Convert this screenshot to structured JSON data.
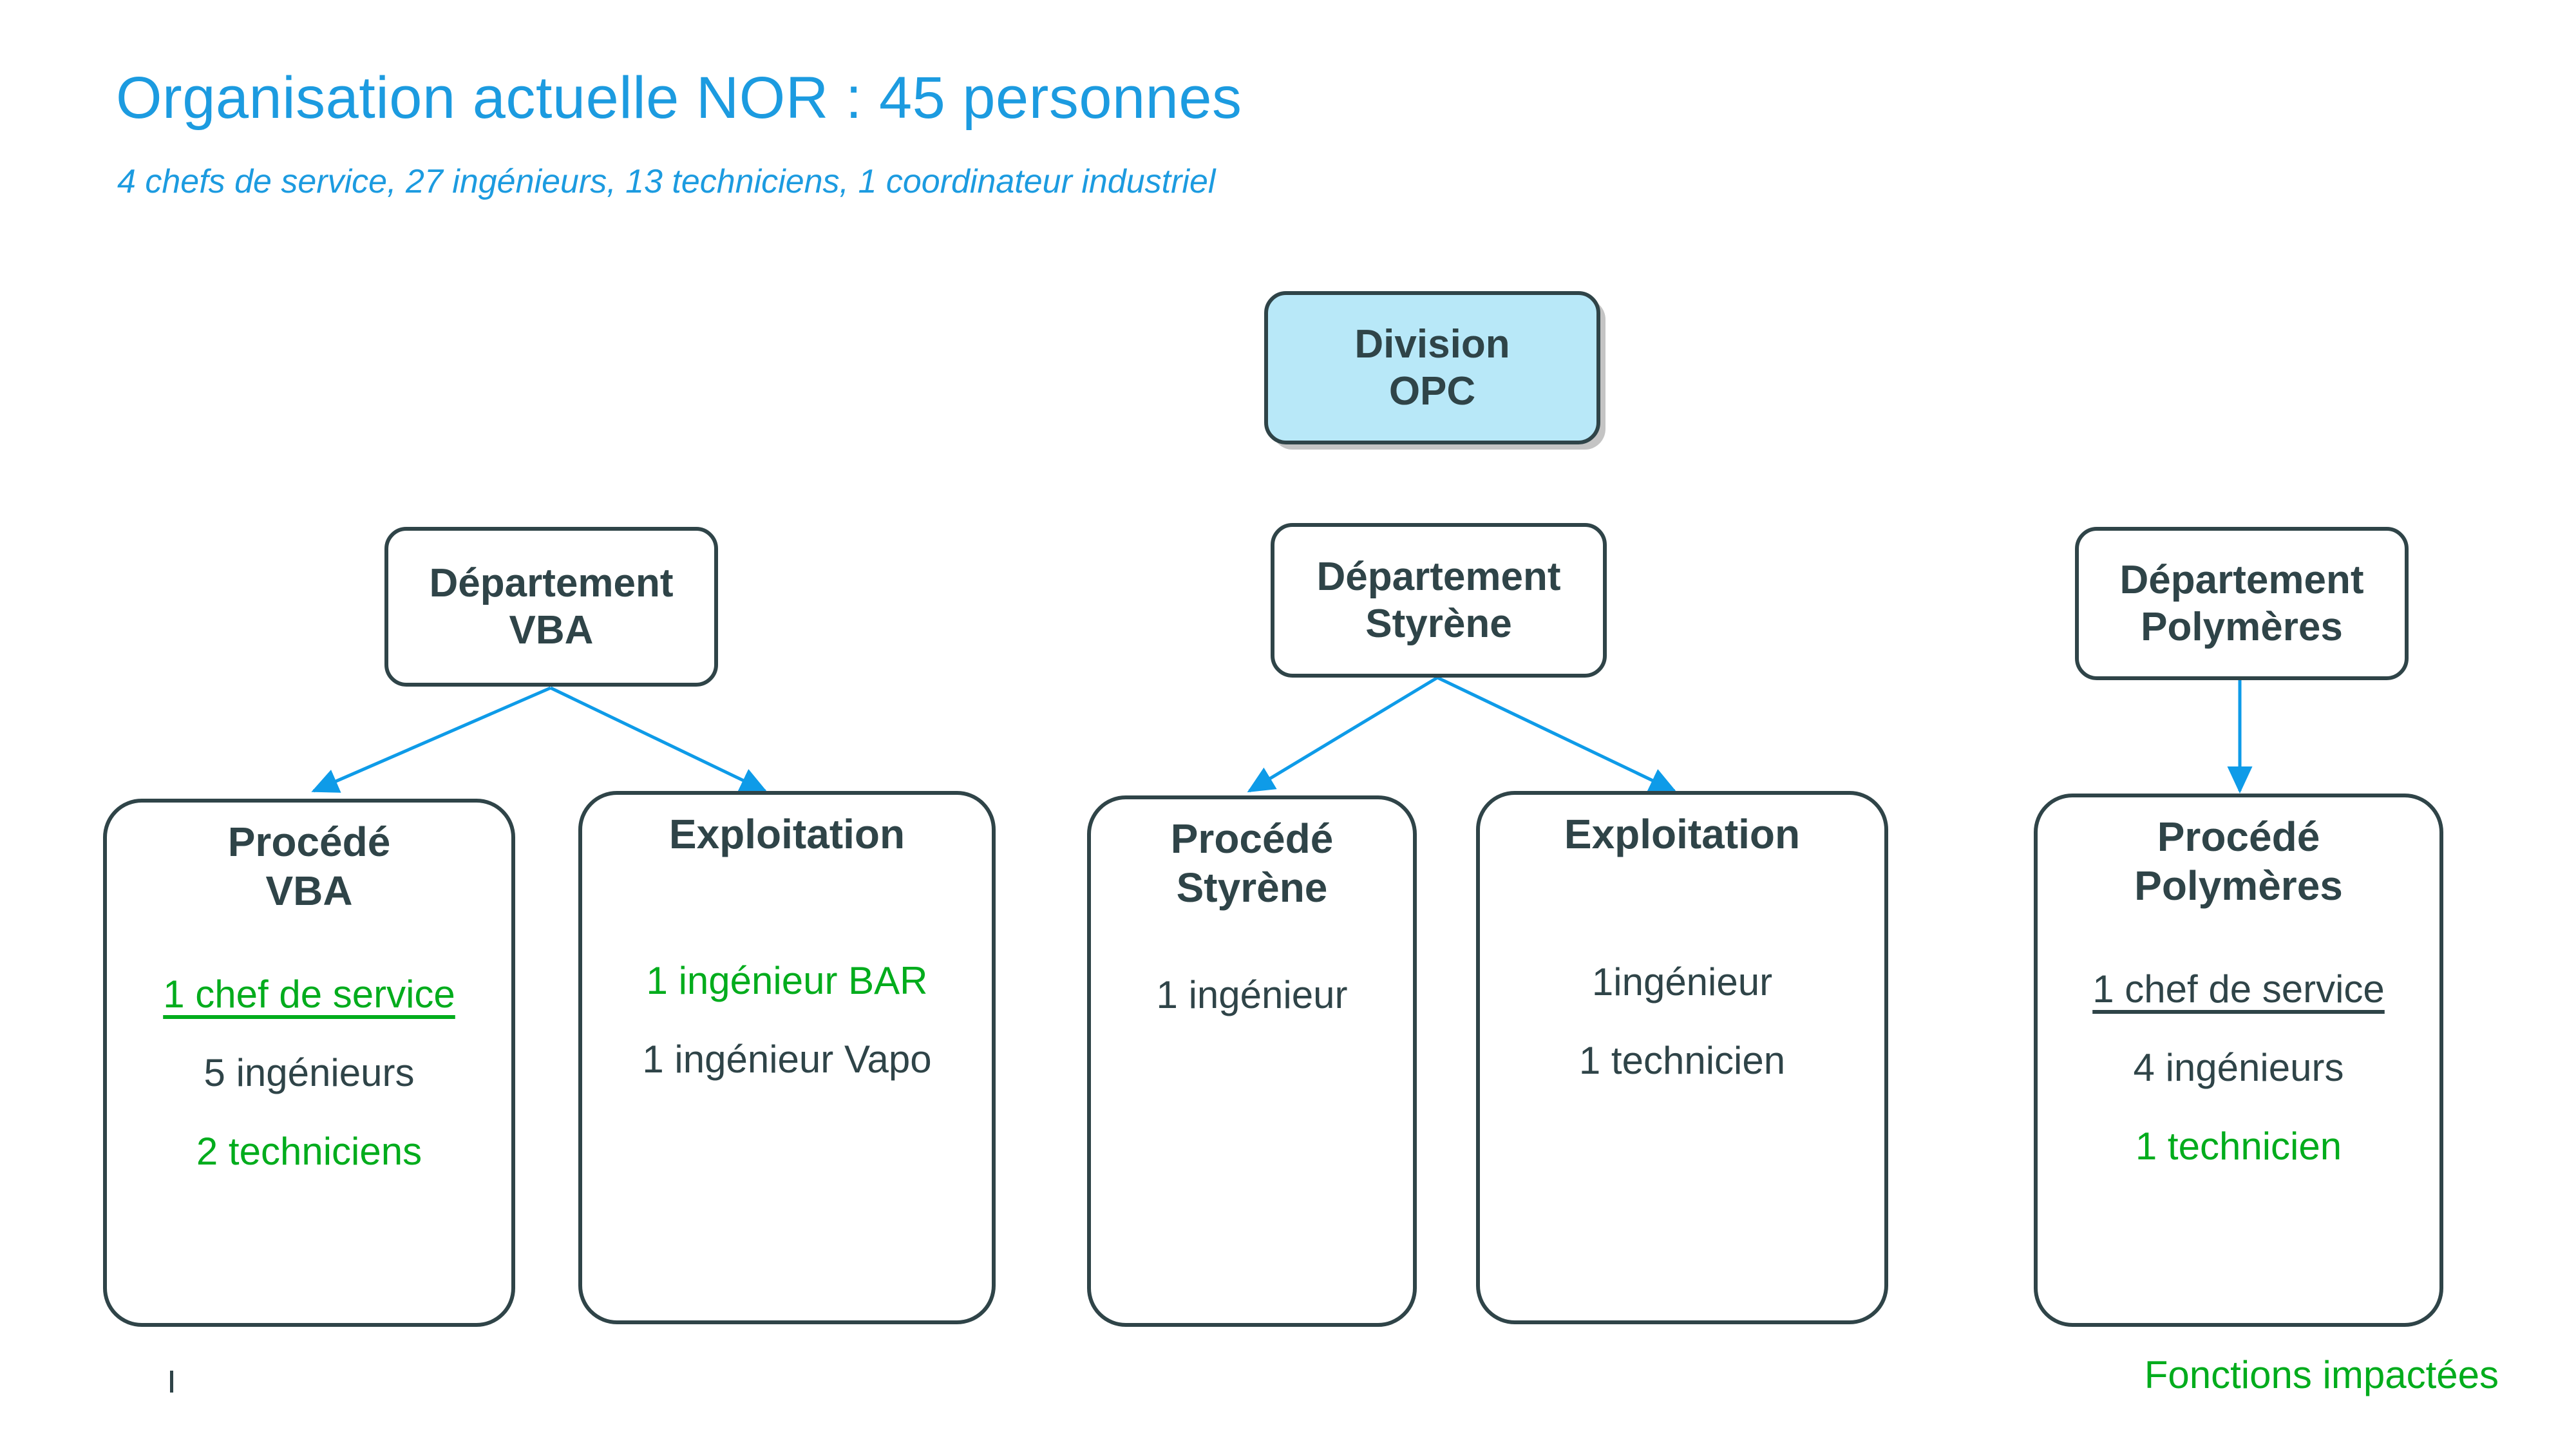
{
  "header": {
    "title": "Organisation actuelle NOR : 45 personnes",
    "subtitle": "4 chefs de service, 27 ingénieurs, 13 techniciens, 1 coordinateur industriel"
  },
  "colors": {
    "title_blue": "#1C9BE0",
    "connector_blue": "#0E9BE8",
    "node_border": "#2F4448",
    "node_text": "#2F4448",
    "root_fill": "#B8E8F8",
    "impacted_green": "#00AC1C"
  },
  "org": {
    "root": {
      "line1": "Division",
      "line2": "OPC",
      "title": "Division\nOPC"
    },
    "departments": [
      {
        "title": "Département\nVBA"
      },
      {
        "title": "Département\nStyrène"
      },
      {
        "title": "Département\nPolymères"
      }
    ],
    "units": [
      {
        "title": "Procédé\nVBA",
        "lines": [
          {
            "text": "1 chef de service",
            "impacted": true,
            "underlined": true
          },
          {
            "text": "5 ingénieurs",
            "impacted": false,
            "underlined": false
          },
          {
            "text": "2 techniciens",
            "impacted": true,
            "underlined": false
          }
        ]
      },
      {
        "title": "Exploitation",
        "lines": [
          {
            "text": "1 ingénieur BAR",
            "impacted": true,
            "underlined": false
          },
          {
            "text": "1 ingénieur Vapo",
            "impacted": false,
            "underlined": false
          }
        ]
      },
      {
        "title": "Procédé\nStyrène",
        "lines": [
          {
            "text": "1 ingénieur",
            "impacted": false,
            "underlined": false
          }
        ]
      },
      {
        "title": "Exploitation",
        "lines": [
          {
            "text": "1ingénieur",
            "impacted": false,
            "underlined": false
          },
          {
            "text": "1 technicien",
            "impacted": false,
            "underlined": false
          }
        ]
      },
      {
        "title": "Procédé\nPolymères",
        "lines": [
          {
            "text": "1 chef de service",
            "impacted": false,
            "underlined": true
          },
          {
            "text": "4 ingénieurs",
            "impacted": false,
            "underlined": false
          },
          {
            "text": "1 technicien",
            "impacted": true,
            "underlined": false
          }
        ]
      }
    ]
  },
  "legend": {
    "impacted_label": "Fonctions impactées"
  }
}
